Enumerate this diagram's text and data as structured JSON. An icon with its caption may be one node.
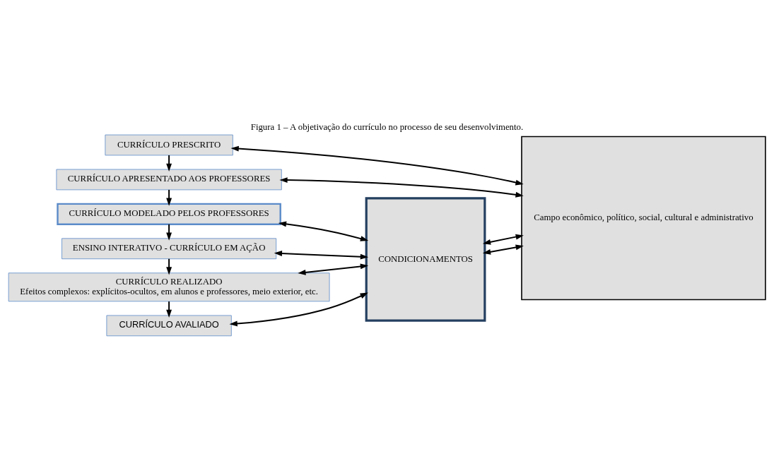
{
  "diagram": {
    "title": "Figura 1 – A objetivação do currículo no processo de seu desenvolvimento.",
    "nodes": [
      {
        "text": [
          "CURRÍCULO PRESCRITO"
        ]
      },
      {
        "text": [
          "CURRÍCULO APRESENTADO AOS PROFESSORES"
        ]
      },
      {
        "text": [
          "CURRÍCULO MODELADO PELOS PROFESSORES"
        ]
      },
      {
        "text": [
          "ENSINO INTERATIVO - CURRÍCULO EM AÇÃO"
        ]
      },
      {
        "text": [
          "CURRÍCULO REALIZADO",
          "Efeitos complexos: explícitos-ocultos, em alunos e professores, meio exterior, etc."
        ]
      },
      {
        "text": [
          "CURRÍCULO AVALIADO"
        ]
      },
      {
        "text": [
          "CONDICIONAMENTOS"
        ]
      },
      {
        "text": [
          "Campo econômico, político, social, cultural e administrativo"
        ]
      }
    ],
    "edges": [
      {
        "from": 0,
        "to": 1,
        "arrow": "to"
      },
      {
        "from": 1,
        "to": 2,
        "arrow": "to"
      },
      {
        "from": 2,
        "to": 3,
        "arrow": "to"
      },
      {
        "from": 3,
        "to": 4,
        "arrow": "to"
      },
      {
        "from": 4,
        "to": 5,
        "arrow": "to"
      },
      {
        "from": 0,
        "to": 7,
        "arrow": "both"
      },
      {
        "from": 1,
        "to": 7,
        "arrow": "both"
      },
      {
        "from": 2,
        "to": 6,
        "arrow": "both"
      },
      {
        "from": 3,
        "to": 6,
        "arrow": "both"
      },
      {
        "from": 4,
        "to": 6,
        "arrow": "both"
      },
      {
        "from": 5,
        "to": 6,
        "arrow": "both"
      },
      {
        "from": 6,
        "to": 7,
        "arrow": "both"
      },
      {
        "from": 6,
        "to": 7,
        "arrow": "both"
      }
    ]
  }
}
